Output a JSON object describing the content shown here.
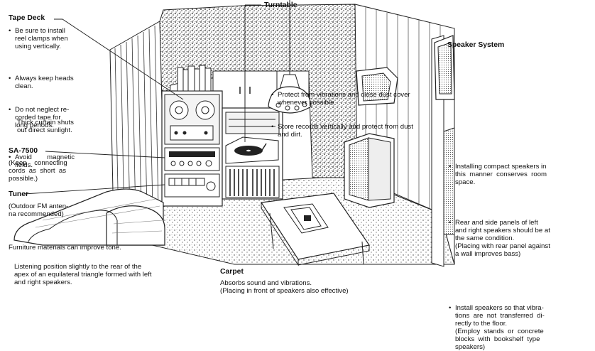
{
  "tape_deck": {
    "heading": "Tape Deck",
    "bullets": [
      "Be sure to install\nreel clamps when\nusing vertically.",
      "Always keep heads\nclean.",
      "Do not neglect re-\ncorded tape for\nlong periods.",
      "Avoid        magnetic\nfields."
    ]
  },
  "curtain_note": "Thick curtain shuts\nout direct sunlight.",
  "amplifier": {
    "heading": "SA-7500",
    "note": "(Keep    connecting\ncords  as  short  as\npossible.)"
  },
  "tuner": {
    "heading": "Tuner",
    "note": "(Outdoor FM anten-\nna recommended)"
  },
  "turntable": {
    "heading": "Turntable",
    "bullets": [
      "Protect from vibrations and close dust cover\nwhenever possible.",
      "Store records vertically and protect from dust\nand dirt."
    ]
  },
  "speaker_system": {
    "heading": "Speaker System",
    "bullets": [
      "Installing compact speakers in\nthis  manner  conserves  room\nspace.",
      "Rear and side panels of left\nand right speakers should be at\nthe same condition.\n(Placing with rear panel against\na wall improves bass)",
      "Install speakers so that vibra-\ntions  are  not  transferred  di-\nrectly to the floor.\n(Employ  stands  or  concrete\nblocks  with  bookshelf  type\nspeakers)"
    ]
  },
  "furniture_note": "Furniture materials can improve tone.",
  "listening_note": "Listening position slightly to the rear of the\napex of an equilateral triangle formed with left\nand right speakers.",
  "carpet": {
    "heading": "Carpet",
    "lines": "Absorbs sound and vibrations.\n(Placing in front of speakers also effective)"
  }
}
